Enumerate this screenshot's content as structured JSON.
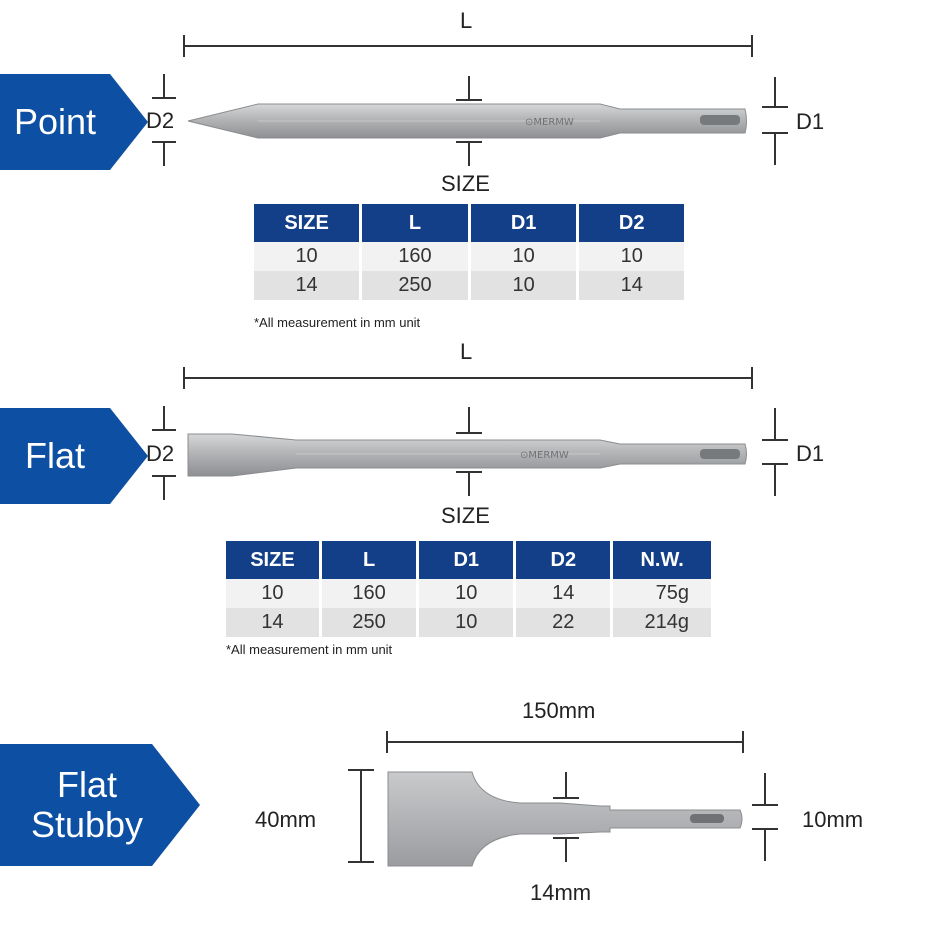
{
  "colors": {
    "tag_blue": "#0d4fa3",
    "header_blue": "#123f88",
    "steel": "#a8aaac",
    "dim_line": "#333333"
  },
  "point": {
    "tag": "Point",
    "label_L": "L",
    "label_D2": "D2",
    "label_D1": "D1",
    "label_size": "SIZE",
    "table": {
      "headers": [
        "SIZE",
        "L",
        "D1",
        "D2"
      ],
      "rows": [
        [
          "10",
          "160",
          "10",
          "10"
        ],
        [
          "14",
          "250",
          "10",
          "14"
        ]
      ]
    },
    "note": "*All measurement in mm unit"
  },
  "flat": {
    "tag": "Flat",
    "label_L": "L",
    "label_D2": "D2",
    "label_D1": "D1",
    "label_size": "SIZE",
    "table": {
      "headers": [
        "SIZE",
        "L",
        "D1",
        "D2",
        "N.W."
      ],
      "rows": [
        [
          "10",
          "160",
          "10",
          "14",
          "75g"
        ],
        [
          "14",
          "250",
          "10",
          "22",
          "214g"
        ]
      ]
    },
    "note": "*All measurement in mm unit"
  },
  "stubby": {
    "tag_line1": "Flat",
    "tag_line2": "Stubby",
    "length": "150mm",
    "width": "40mm",
    "shank": "10mm",
    "size": "14mm"
  }
}
